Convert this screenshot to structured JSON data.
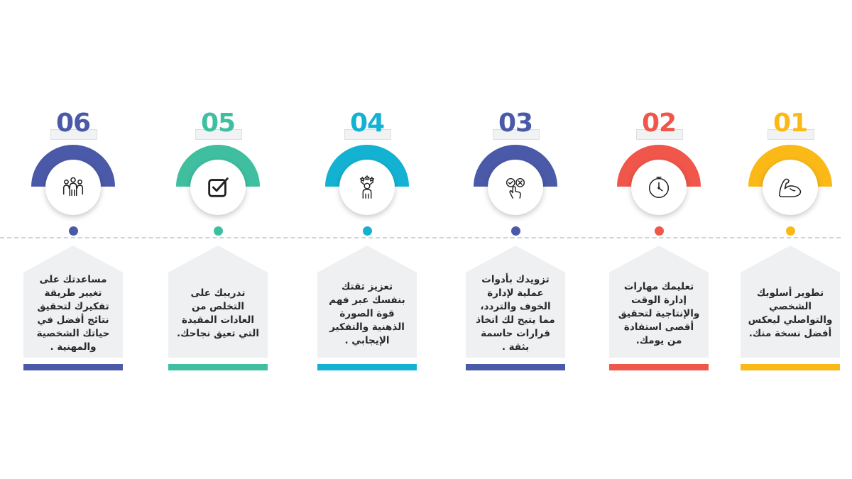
{
  "colors": {
    "yellow": "#fbb918",
    "red": "#f0564a",
    "navy": "#4a5aa8",
    "cyan": "#14b2d2",
    "teal": "#3fbfa0",
    "blue": "#4a5aa8",
    "card_bg": "#eef0f2",
    "timeline": "#cfd3d6"
  },
  "steps": [
    {
      "number": "01",
      "color": "#fbb918",
      "icon": "flexed-arm-icon",
      "text": "تطوير أسلوبك الشخصي والتواصلي ليعكس أفضل نسخة منك."
    },
    {
      "number": "02",
      "color": "#f0564a",
      "icon": "clock-icon",
      "text": "تعليمك مهارات إدارة الوقت والإنتاجية لتحقيق أقصى استفادة من يومك."
    },
    {
      "number": "03",
      "color": "#4a5aa8",
      "icon": "decision-check-cross-icon",
      "text": "تزويدك بأدوات عملية لإدارة الخوف والتردد، مما يتيح لك اتخاذ قرارات حاسمة بثقة ."
    },
    {
      "number": "04",
      "color": "#14b2d2",
      "icon": "confident-person-stars-icon",
      "text": "تعزيز ثقتك بنفسك عبر فهم قوة الصورة الذهنية والتفكير الإيجابي ."
    },
    {
      "number": "05",
      "color": "#3fbfa0",
      "icon": "checkbox-icon",
      "text": "تدريبك على التخلص من العادات المقيدة التي تعيق نجاحك."
    },
    {
      "number": "06",
      "color": "#4a5aa8",
      "icon": "group-people-icon",
      "text": "مساعدتك على تغيير طريقة تفكيرك لتحقيق نتائج أفضل في حياتك الشخصية والمهنية ."
    }
  ]
}
